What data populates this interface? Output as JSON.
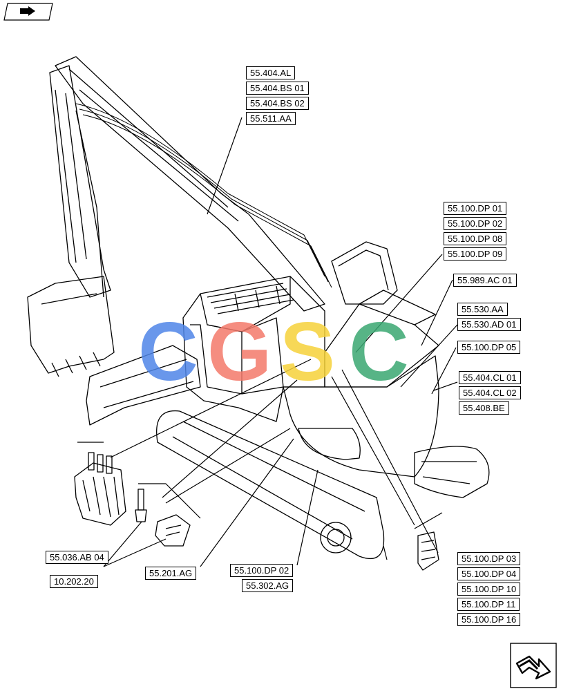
{
  "callouts": {
    "top": [
      "55.404.AL",
      "55.404.BS 01",
      "55.404.BS 02",
      "55.511.AA"
    ],
    "upper_right": [
      "55.100.DP 01",
      "55.100.DP 02",
      "55.100.DP 08",
      "55.100.DP 09"
    ],
    "ac": "55.989.AC 01",
    "aa": [
      "55.530.AA",
      "55.530.AD 01"
    ],
    "dp05": "55.100.DP 05",
    "cl": [
      "55.404.CL 01",
      "55.404.CL 02",
      "55.408.BE"
    ],
    "bottom_right": [
      "55.100.DP 03",
      "55.100.DP 04",
      "55.100.DP 10",
      "55.100.DP 11",
      "55.100.DP 16"
    ],
    "ab": "55.036.AB 04",
    "p10202": "10.202.20",
    "ag201": "55.201.AG",
    "dp02_302": [
      "55.100.DP 02",
      "55.302.AG"
    ]
  },
  "watermark": {
    "letters": [
      "C",
      "G",
      "S",
      "C"
    ],
    "colors": [
      "#4f86e8",
      "#f47a6b",
      "#f6d23a",
      "#3aa872"
    ]
  },
  "icons": [
    "book-arrow-icon",
    "next-page-arrow-icon"
  ]
}
